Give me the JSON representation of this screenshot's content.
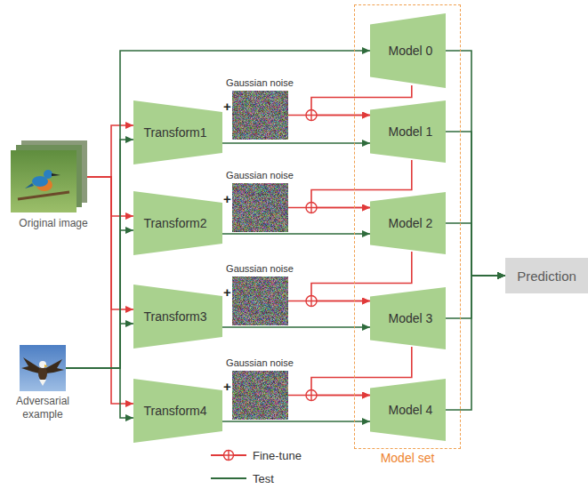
{
  "diagram": {
    "nodes": [
      {
        "text": [
          "Original image"
        ]
      },
      {
        "text": [
          "Adversarial example"
        ]
      },
      {
        "text": [
          "Transform1"
        ]
      },
      {
        "text": [
          "Transform2"
        ]
      },
      {
        "text": [
          "Transform3"
        ]
      },
      {
        "text": [
          "Transform4"
        ]
      },
      {
        "text": [
          "Gaussian noise"
        ]
      },
      {
        "text": [
          "Gaussian noise"
        ]
      },
      {
        "text": [
          "Gaussian noise"
        ]
      },
      {
        "text": [
          "Gaussian noise"
        ]
      },
      {
        "text": [
          "Model set"
        ]
      },
      {
        "text": [
          "Model 0"
        ],
        "in": 10
      },
      {
        "text": [
          "Model 1"
        ],
        "in": 10
      },
      {
        "text": [
          "Model 2"
        ],
        "in": 10
      },
      {
        "text": [
          "Model 3"
        ],
        "in": 10
      },
      {
        "text": [
          "Model 4"
        ],
        "in": 10
      },
      {
        "text": [
          "Prediction"
        ]
      }
    ],
    "edges": [
      {
        "from": 0,
        "to": 2,
        "arrow": "to"
      },
      {
        "from": 0,
        "to": 3,
        "arrow": "to"
      },
      {
        "from": 0,
        "to": 4,
        "arrow": "to"
      },
      {
        "from": 0,
        "to": 5,
        "arrow": "to"
      },
      {
        "from": 1,
        "to": 11,
        "arrow": "to"
      },
      {
        "from": 1,
        "to": 2,
        "arrow": "to"
      },
      {
        "from": 1,
        "to": 3,
        "arrow": "to"
      },
      {
        "from": 1,
        "to": 4,
        "arrow": "to"
      },
      {
        "from": 1,
        "to": 5,
        "arrow": "to"
      },
      {
        "from": 2,
        "to": 12,
        "arrow": "to"
      },
      {
        "from": 3,
        "to": 13,
        "arrow": "to"
      },
      {
        "from": 4,
        "to": 14,
        "arrow": "to"
      },
      {
        "from": 5,
        "to": 15,
        "arrow": "to"
      },
      {
        "from": 6,
        "to": 12,
        "arrow": "to"
      },
      {
        "from": 7,
        "to": 13,
        "arrow": "to"
      },
      {
        "from": 8,
        "to": 14,
        "arrow": "to"
      },
      {
        "from": 9,
        "to": 15,
        "arrow": "to"
      },
      {
        "from": 11,
        "to": 12,
        "arrow": "to"
      },
      {
        "from": 12,
        "to": 13,
        "arrow": "to"
      },
      {
        "from": 13,
        "to": 14,
        "arrow": "to"
      },
      {
        "from": 14,
        "to": 15,
        "arrow": "to"
      },
      {
        "from": 11,
        "to": 16,
        "arrow": "to"
      },
      {
        "from": 12,
        "to": 16,
        "arrow": "to"
      },
      {
        "from": 13,
        "to": 16,
        "arrow": "to"
      },
      {
        "from": 14,
        "to": 16,
        "arrow": "to"
      },
      {
        "from": 15,
        "to": 16,
        "arrow": "to"
      }
    ],
    "labels": [
      "+",
      "+",
      "+",
      "+"
    ],
    "legend": [
      {
        "text": "Fine-tune"
      },
      {
        "text": "Test"
      }
    ]
  }
}
